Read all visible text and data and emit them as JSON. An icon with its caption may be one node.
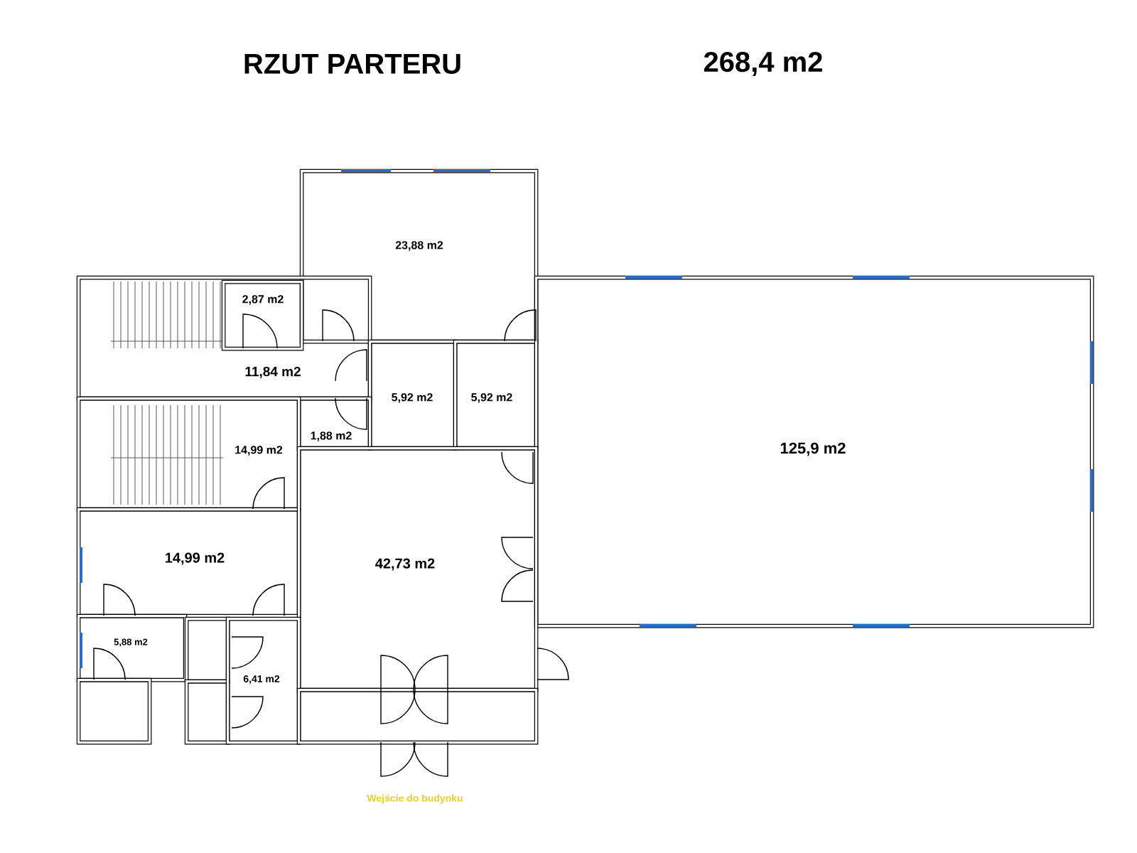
{
  "diagram": {
    "title": "RZUT PARTERU",
    "nodes": [
      {
        "text": [
          "23,88 m2"
        ]
      },
      {
        "text": [
          "2,87 m2"
        ],
        "in": 2
      },
      {
        "text": [
          "11,84 m2"
        ]
      },
      {
        "text": [
          "5,92 m2"
        ]
      },
      {
        "text": [
          "5,92 m2"
        ]
      },
      {
        "text": [
          "1,88 m2"
        ]
      },
      {
        "text": [
          "14,99 m2"
        ]
      },
      {
        "text": [
          "125,9 m2"
        ]
      },
      {
        "text": [
          "14,99 m2"
        ]
      },
      {
        "text": [
          "42,73 m2"
        ]
      },
      {
        "text": [
          "5,88 m2"
        ]
      },
      {
        "text": [],
        "shape": "box"
      },
      {
        "text": [],
        "shape": "box"
      },
      {
        "text": [],
        "shape": "box"
      },
      {
        "text": [
          "6,41 m2"
        ]
      },
      {
        "text": [],
        "shape": "box"
      }
    ],
    "labels": [
      "268,4 m2",
      "Wejście do budynku"
    ]
  }
}
